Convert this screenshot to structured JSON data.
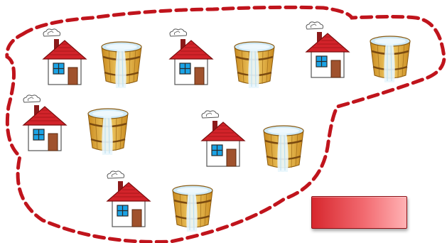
{
  "scene": {
    "group_count": 6,
    "groups": [
      {
        "item": "house-with-water-bucket"
      },
      {
        "item": "house-with-water-bucket"
      },
      {
        "item": "house-with-water-bucket"
      },
      {
        "item": "house-with-water-bucket"
      },
      {
        "item": "house-with-water-bucket"
      },
      {
        "item": "house-with-water-bucket"
      }
    ],
    "icons": {
      "house": "house-icon",
      "bucket": "water-bucket-icon",
      "smoke": "smoke-icon"
    }
  },
  "answer_box": {
    "label": ""
  },
  "colors": {
    "boundary": "#c0141c",
    "roof": "#d2232a",
    "window": "#1aa3e6",
    "door": "#a0522d",
    "bucket_wood": "#e2b13f",
    "water": "#cfe9f6",
    "answer_box": "#e8454b"
  }
}
